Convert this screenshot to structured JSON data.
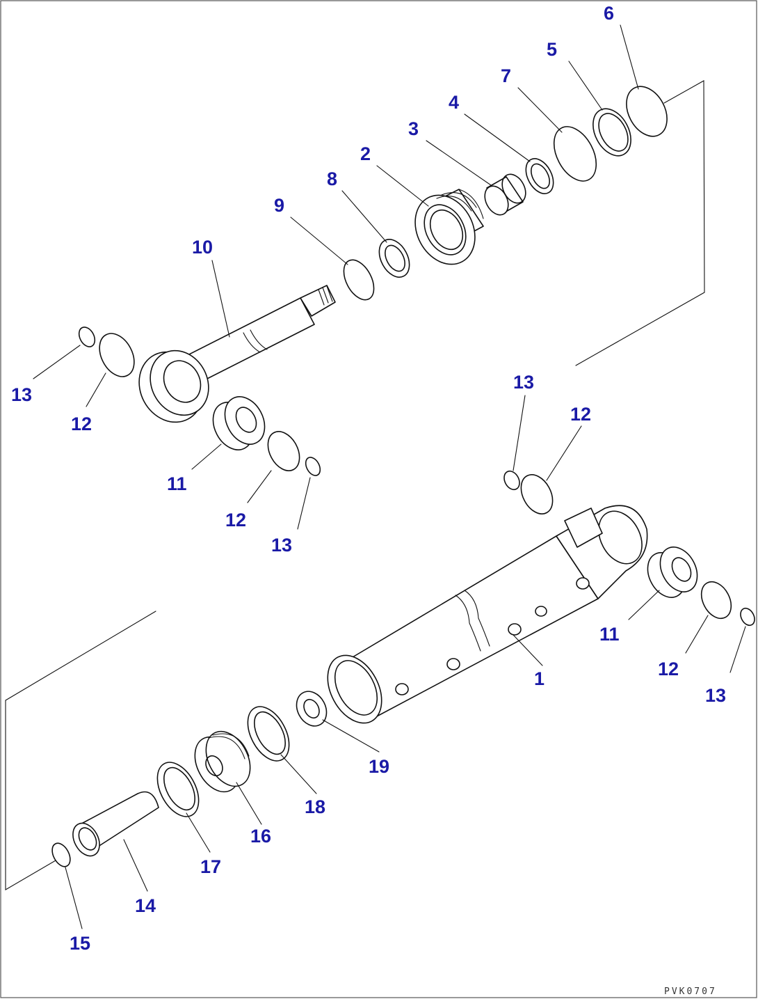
{
  "callouts": {
    "c1": "1",
    "c2": "2",
    "c3": "3",
    "c4": "4",
    "c5": "5",
    "c6": "6",
    "c7": "7",
    "c8": "8",
    "c9": "9",
    "c10": "10",
    "c11a": "11",
    "c11b": "11",
    "c12a": "12",
    "c12b": "12",
    "c12c": "12",
    "c12d": "12",
    "c13a": "13",
    "c13b": "13",
    "c13c": "13",
    "c13d": "13",
    "c14": "14",
    "c15": "15",
    "c16": "16",
    "c17": "17",
    "c18": "18",
    "c19": "19"
  },
  "drawing_code": "PVK0707",
  "colors": {
    "callout": "#1a1aa6",
    "line": "#111111"
  }
}
